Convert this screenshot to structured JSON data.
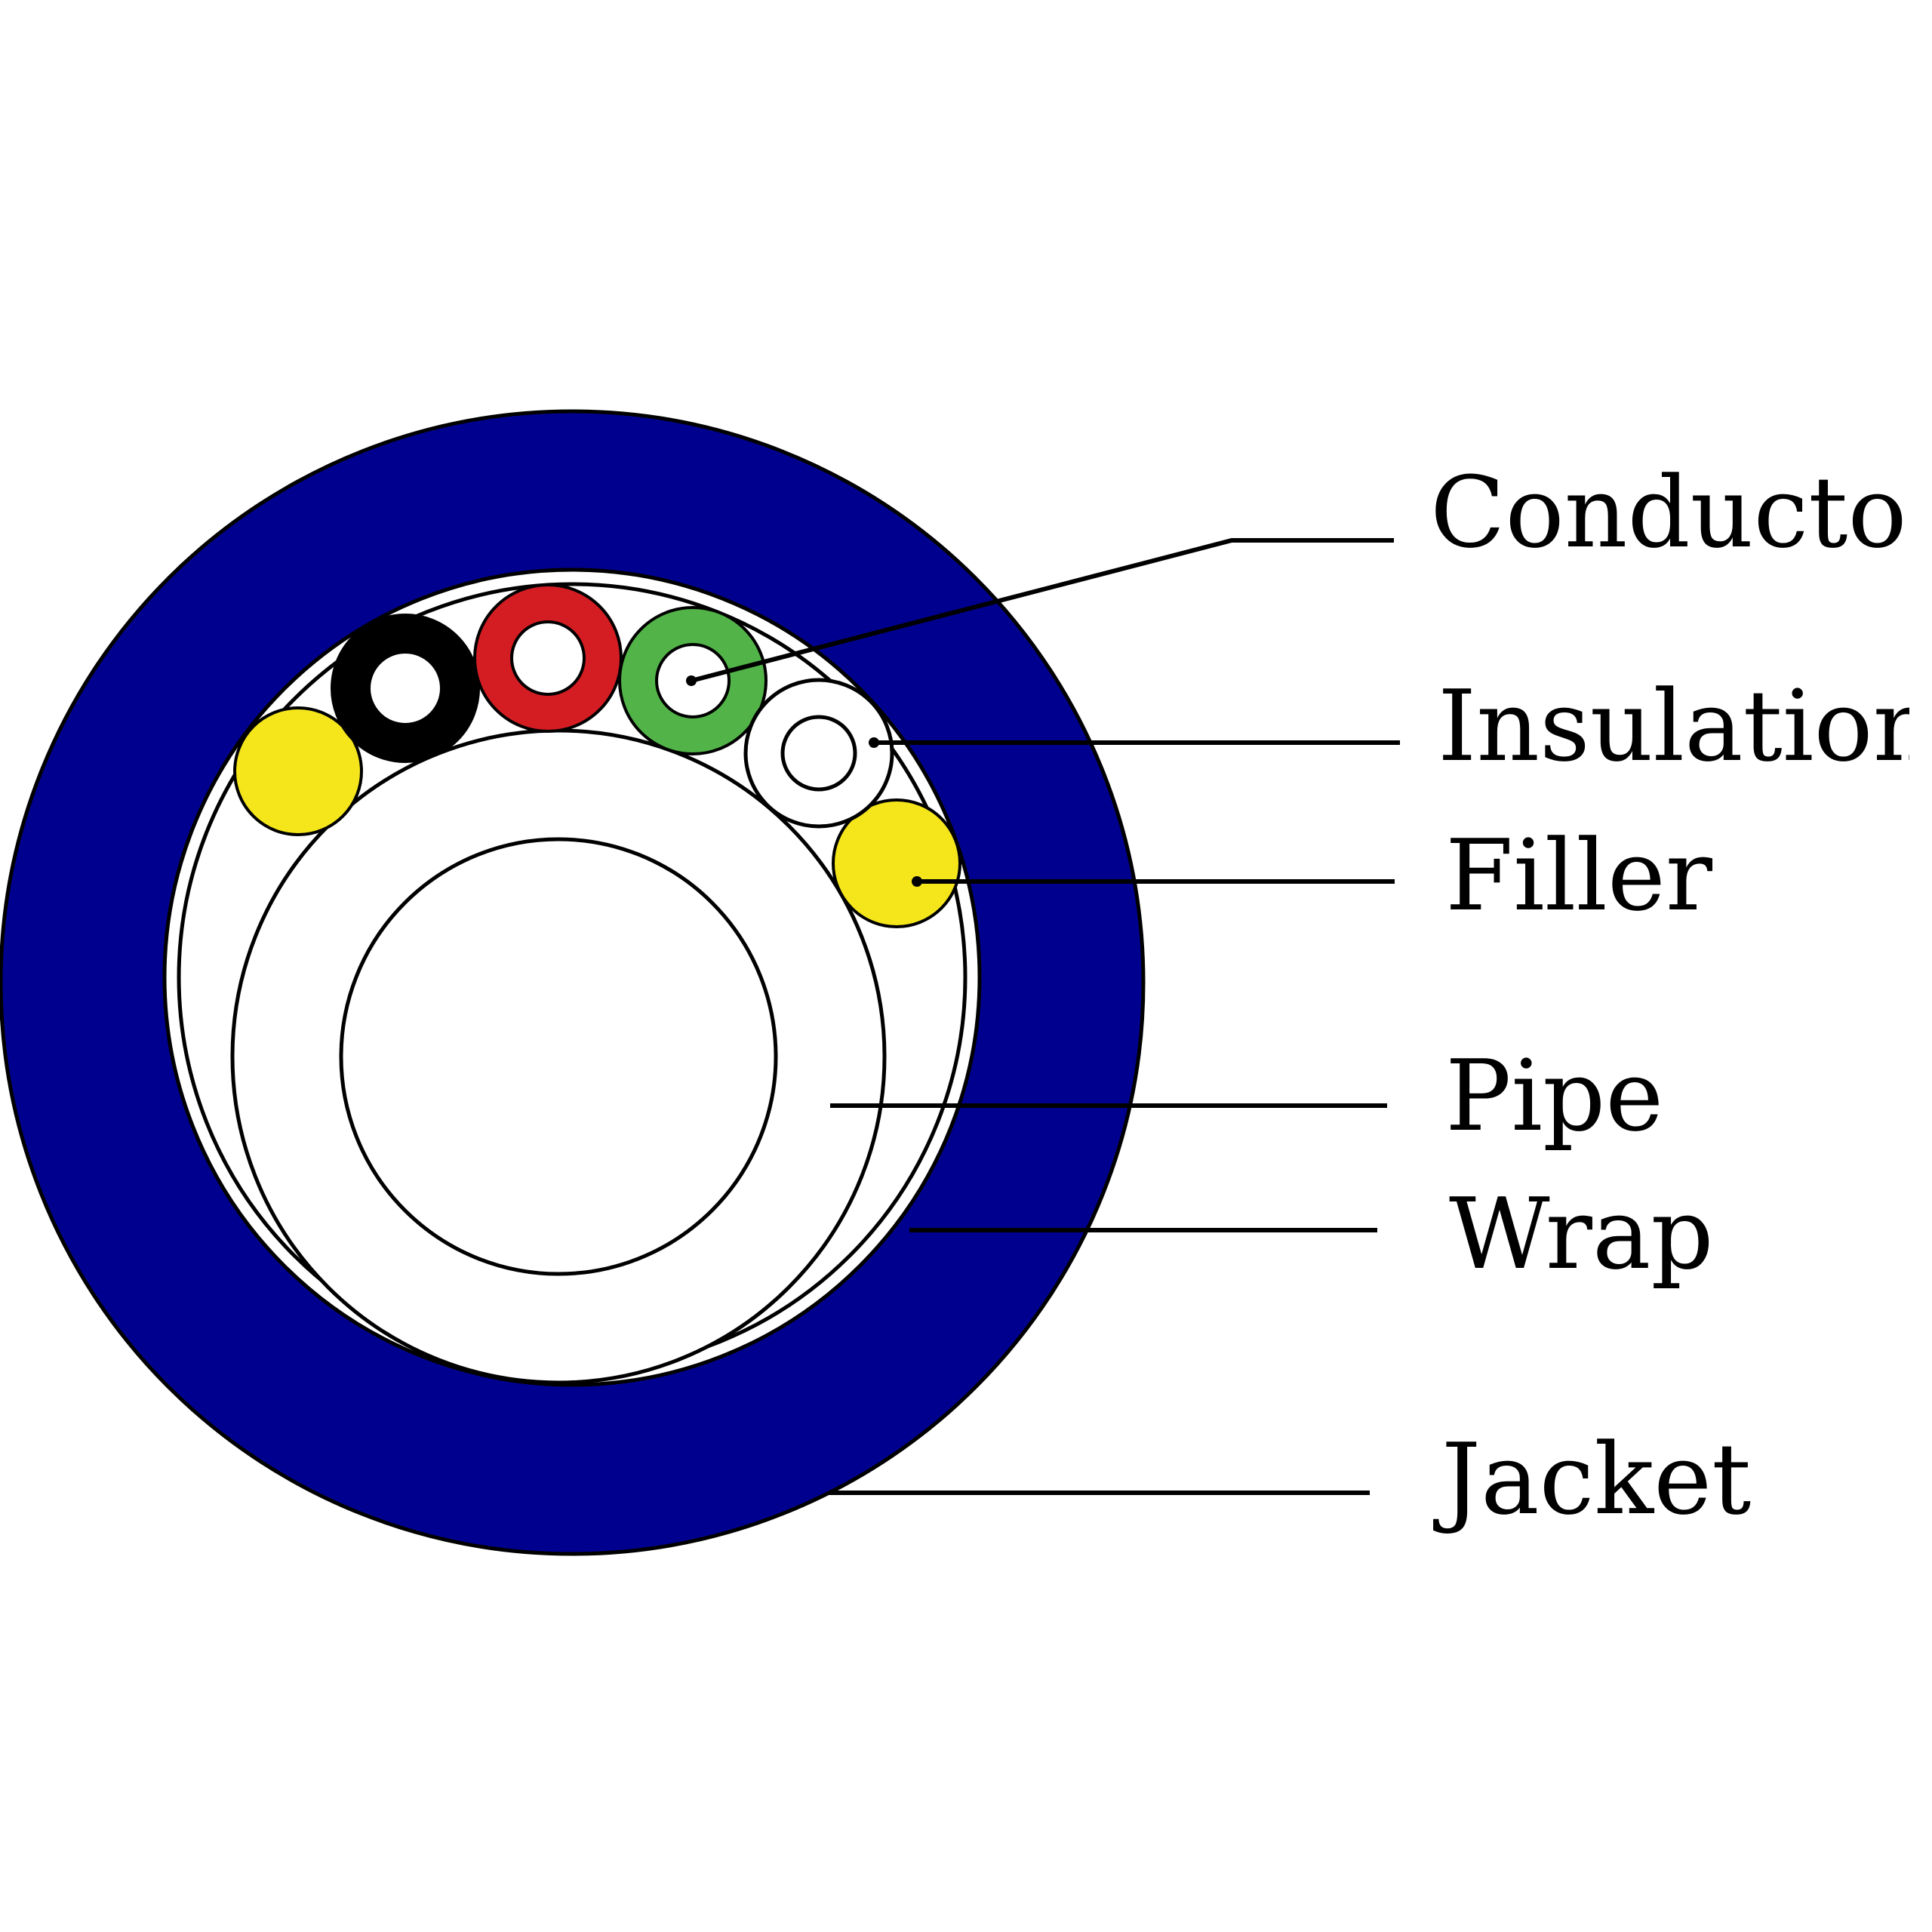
{
  "colors": {
    "jacket": "#00008f",
    "outline": "#000000",
    "background": "#ffffff",
    "filler": "#f5e61c",
    "insulation_black": "#000000",
    "insulation_red": "#d41d23",
    "insulation_green": "#52b448",
    "insulation_white": "#ffffff"
  },
  "labels": {
    "conductor": "Conductor",
    "insulation": "Insulation",
    "filler": "Filler",
    "pipe": "Pipe",
    "wrap": "Wrap",
    "jacket": "Jacket"
  },
  "cores": [
    "black",
    "red",
    "green",
    "white"
  ],
  "fillers_count": 2
}
